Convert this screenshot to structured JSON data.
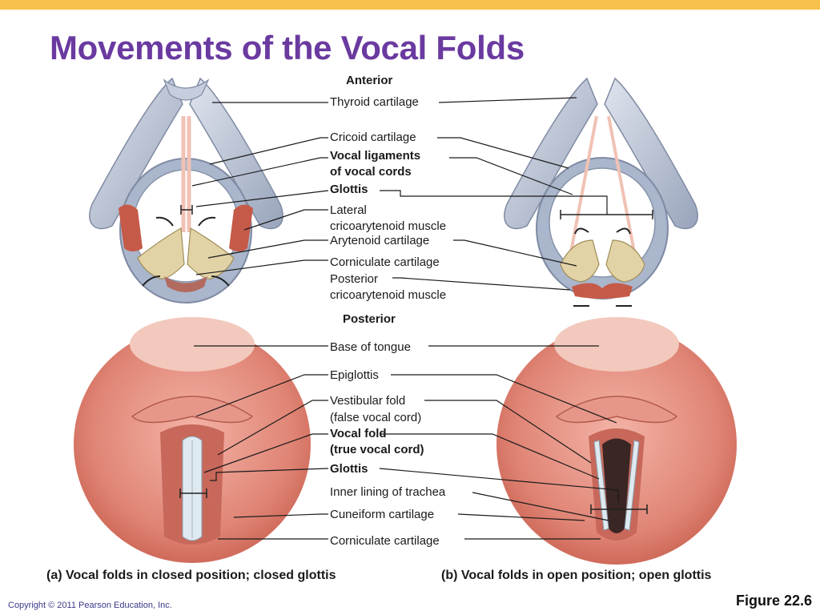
{
  "title": "Movements of the Vocal Folds",
  "orientation": {
    "anterior": "Anterior",
    "posterior": "Posterior"
  },
  "labels_top": {
    "thyroid": "Thyroid cartilage",
    "cricoid": "Cricoid cartilage",
    "vocal_ligaments_1": "Vocal ligaments",
    "vocal_ligaments_2": "of vocal cords",
    "glottis": "Glottis",
    "lateral_1": "Lateral",
    "lateral_2": "cricoarytenoid muscle",
    "arytenoid": "Arytenoid cartilage",
    "corniculate": "Corniculate cartilage",
    "posterior_ca_1": "Posterior",
    "posterior_ca_2": "cricoarytenoid muscle"
  },
  "labels_bottom": {
    "base_tongue": "Base of tongue",
    "epiglottis": "Epiglottis",
    "vestibular_1": "Vestibular fold",
    "vestibular_2": "(false vocal cord)",
    "vocal_fold_1": "Vocal fold",
    "vocal_fold_2": "(true vocal cord)",
    "glottis": "Glottis",
    "inner_lining": "Inner lining of trachea",
    "cuneiform": "Cuneiform cartilage",
    "corniculate": "Corniculate cartilage"
  },
  "captions": {
    "a": "(a) Vocal folds in closed position; closed glottis",
    "b": "(b) Vocal folds in open position; open glottis"
  },
  "copyright": "Copyright © 2011 Pearson Education, Inc.",
  "figure": "Figure 22.6",
  "colors": {
    "title": "#6a3aa0",
    "accent_bar": "#f7c04a",
    "cartilage": "#b9c2d4",
    "arytenoid": "#e2d3a6",
    "muscle": "#c65a48",
    "mucosa": "#e38a7c",
    "vocal_fold": "#dfeaf0"
  }
}
